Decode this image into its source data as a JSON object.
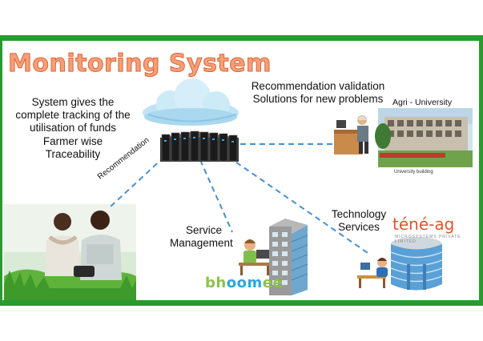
{
  "title": "Monitoring System",
  "summary": [
    "System gives the",
    "complete tracking of the",
    "utilisation of funds",
    "Farmer wise Traceability"
  ],
  "validation": [
    "Recommendation validation",
    "Solutions for new problems"
  ],
  "university": {
    "label": "Agri - University",
    "photo_caption": "University building"
  },
  "recommendation_label": "Recommendation",
  "service": {
    "label": [
      "Service",
      "Management"
    ],
    "brand": "bhoomee"
  },
  "technology": {
    "label": [
      "Technology",
      "Services"
    ],
    "brand": "téné-ag",
    "brand_tagline": "MICROSYSTEMS PRIVATE LIMITED"
  },
  "colors": {
    "border": "#2b9a2e",
    "title": "#f3a07a",
    "title_outline": "#e0622f",
    "connector": "#4a8fd0",
    "brand_bhoomee_green": "#8bc34a",
    "brand_bhoomee_blue": "#29a8e0",
    "brand_tene": "#e0542f"
  },
  "icons": [
    "cloud-icon",
    "server-rack-icon",
    "professor-desk-icon",
    "university-building-photo",
    "farmers-photo",
    "office-building-icon",
    "person-laptop-icon",
    "data-center-building-icon"
  ]
}
